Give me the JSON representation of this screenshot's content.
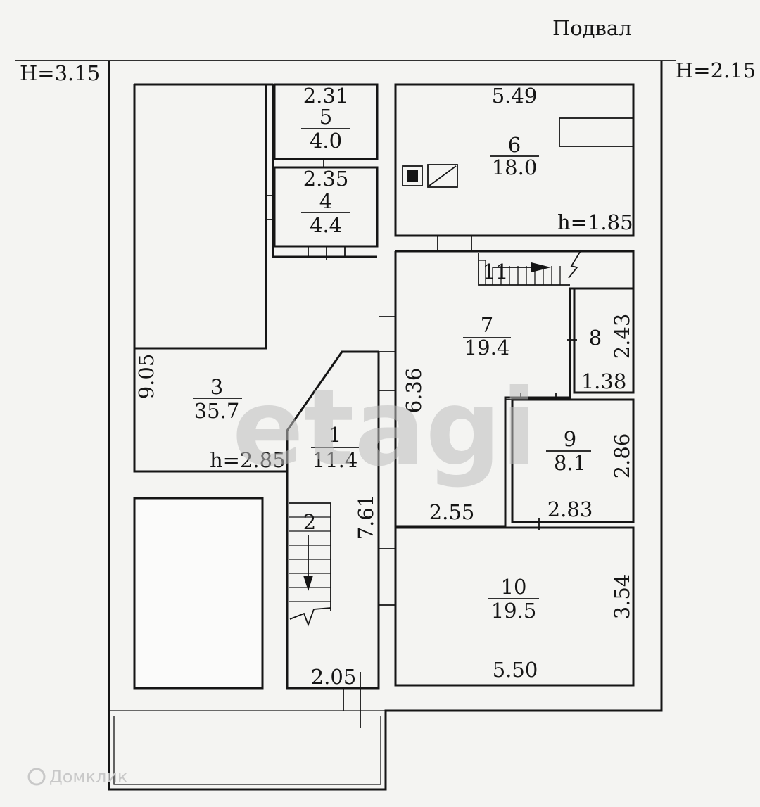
{
  "floor_title": "Подвал",
  "heights": {
    "left": "H=3.15",
    "right": "H=2.15",
    "room3": "h=2.85",
    "room6": "h=1.85"
  },
  "rooms": [
    {
      "number": "1",
      "area": "11.4"
    },
    {
      "number": "2"
    },
    {
      "number": "3",
      "area": "35.7"
    },
    {
      "number": "4",
      "area": "4.4"
    },
    {
      "number": "5",
      "area": "4.0"
    },
    {
      "number": "6",
      "area": "18.0"
    },
    {
      "number": "7",
      "area": "19.4"
    },
    {
      "number": "8"
    },
    {
      "number": "9",
      "area": "8.1"
    },
    {
      "number": "10",
      "area": "19.5"
    },
    {
      "number": "11"
    }
  ],
  "dimensions": {
    "room5_width": "2.31",
    "room4_width": "2.35",
    "room6_width": "5.49",
    "room3_height": "9.05",
    "room1_height": "7.61",
    "room1_width": "2.05",
    "room7_height": "6.36",
    "room7_width": "2.55",
    "room8_height": "2.43",
    "room8_width": "1.38",
    "room9_height": "2.86",
    "room9_width": "2.83",
    "room10_height": "3.54",
    "room10_width": "5.50"
  },
  "watermark": {
    "main": "etagi",
    "source": "Домклик"
  }
}
